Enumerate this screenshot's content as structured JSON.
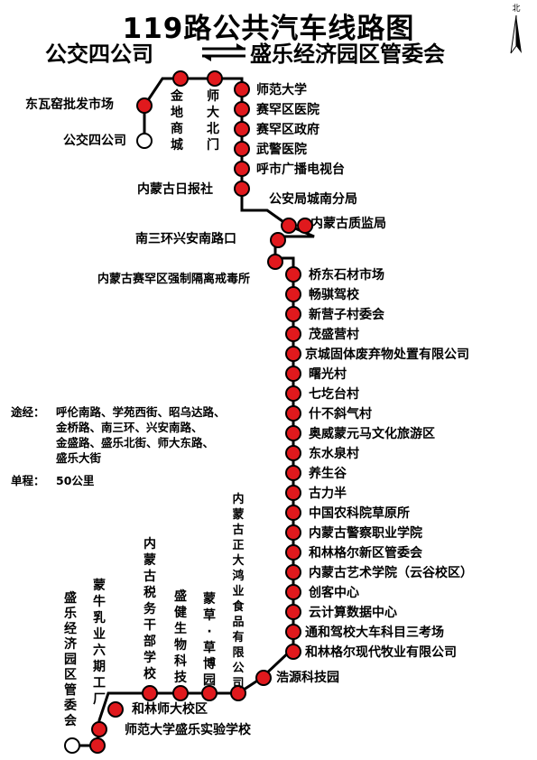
{
  "title": "119路公共汽车线路图",
  "from": "公交四公司",
  "to": "盛乐经济园区管委会",
  "north_label": "北",
  "stops": {
    "s1": "公交四公司",
    "s2": "东瓦窑批发市场",
    "s3": "金地商城",
    "s4": "师大北门",
    "s5": "师范大学",
    "s6": "赛罕区医院",
    "s7": "赛罕区政府",
    "s8": "武警医院",
    "s9": "呼市广播电视台",
    "s10": "内蒙古日报社",
    "s11": "公安局城南分局",
    "s12": "内蒙古质监局",
    "s13": "南三环兴安南路口",
    "s14": "内蒙古赛罕区强制隔离戒毒所",
    "s15": "桥东石材市场",
    "s16": "畅骐驾校",
    "s17": "新营子村委会",
    "s18": "茂盛营村",
    "s19": "京城固体废弃物处置有限公司",
    "s20": "曙光村",
    "s21": "七圪台村",
    "s22": "什不斜气村",
    "s23": "奥威蒙元马文化旅游区",
    "s24": "东水泉村",
    "s25": "养生谷",
    "s26": "古力半",
    "s27": "中国农科院草原所",
    "s28": "内蒙古警察职业学院",
    "s29": "和林格尔新区管委会",
    "s30": "内蒙古艺术学院（云谷校区）",
    "s31": "创客中心",
    "s32": "云计算数据中心",
    "s33": "通和驾校大车科目三考场",
    "s34": "和林格尔现代牧业有限公司",
    "s35": "浩源科技园",
    "s36": "内蒙古正大鸿业食品有限公司",
    "s37": "蒙草·草博园",
    "s38": "盛健生物科技",
    "s39": "内蒙古税务干部学校",
    "s40": "和林师大校区",
    "s41": "师范大学盛乐实验学校",
    "s42": "蒙牛乳业六期工厂",
    "s43": "盛乐经济园区管委会"
  },
  "info": {
    "via_label": "途经：",
    "via_lines": [
      "呼伦南路、学苑西街、昭乌达路、",
      "金桥路、南三环、兴安南路、",
      "金盛路、盛乐北街、师大东路、",
      "盛乐大街"
    ],
    "distance_label": "单程：",
    "distance": "50公里"
  },
  "colors": {
    "route": "#000000",
    "stop_fill": "#e0191d",
    "terminal_fill": "#ffffff"
  }
}
